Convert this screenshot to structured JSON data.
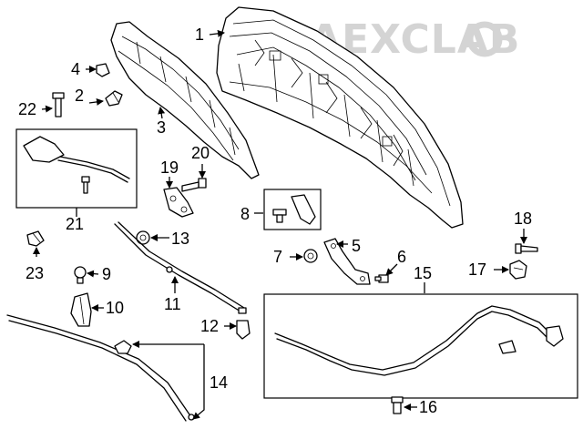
{
  "watermark": "AAEXCLAB",
  "callouts": [
    {
      "id": "1",
      "label": "1"
    },
    {
      "id": "2",
      "label": "2"
    },
    {
      "id": "3",
      "label": "3"
    },
    {
      "id": "4",
      "label": "4"
    },
    {
      "id": "5",
      "label": "5"
    },
    {
      "id": "6",
      "label": "6"
    },
    {
      "id": "7",
      "label": "7"
    },
    {
      "id": "8",
      "label": "8"
    },
    {
      "id": "9",
      "label": "9"
    },
    {
      "id": "10",
      "label": "10"
    },
    {
      "id": "11",
      "label": "11"
    },
    {
      "id": "12",
      "label": "12"
    },
    {
      "id": "13",
      "label": "13"
    },
    {
      "id": "14",
      "label": "14"
    },
    {
      "id": "15",
      "label": "15"
    },
    {
      "id": "16",
      "label": "16"
    },
    {
      "id": "17",
      "label": "17"
    },
    {
      "id": "18",
      "label": "18"
    },
    {
      "id": "19",
      "label": "19"
    },
    {
      "id": "20",
      "label": "20"
    },
    {
      "id": "21",
      "label": "21"
    },
    {
      "id": "22",
      "label": "22"
    },
    {
      "id": "23",
      "label": "23"
    }
  ],
  "colors": {
    "line": "#000000",
    "background": "#ffffff",
    "watermark": "#d4d4d4",
    "shade": "#bdbdbd"
  }
}
